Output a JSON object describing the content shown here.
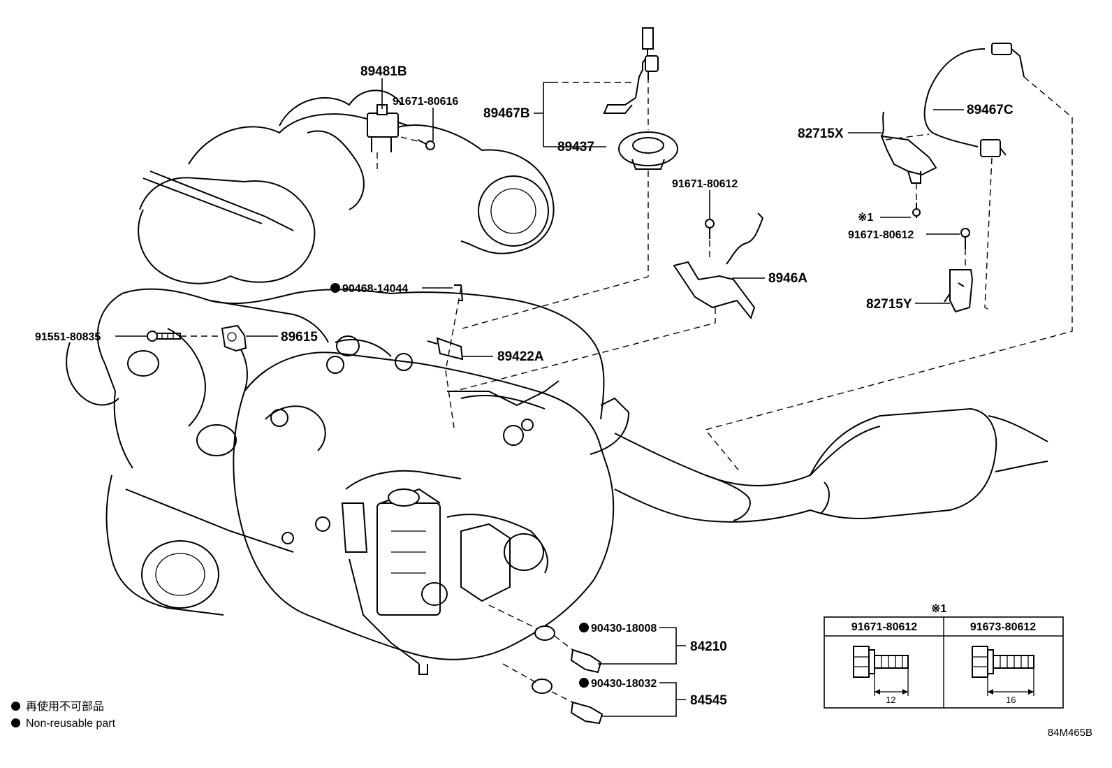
{
  "diagram_code": "84M465B",
  "note_mark": "※1",
  "legend": {
    "ja": "再使用不可部品",
    "en": "Non-reusable part"
  },
  "parts": {
    "p89481B": "89481B",
    "p91671_80616": "91671-80616",
    "p89467B": "89467B",
    "p89437": "89437",
    "p89467C": "89467C",
    "p82715X": "82715X",
    "p91671_80612_a": "91671-80612",
    "p91671_80612_b": "91671-80612",
    "p8946A": "8946A",
    "p82715Y": "82715Y",
    "p90468_14044": "90468-14044",
    "p91551_80835": "91551-80835",
    "p89615": "89615",
    "p89422A": "89422A",
    "p90430_18008": "90430-18008",
    "p84210": "84210",
    "p90430_18032": "90430-18032",
    "p84545": "84545"
  },
  "bolt_table": {
    "columns": [
      {
        "part": "91671-80612",
        "length": "12"
      },
      {
        "part": "91673-80612",
        "length": "16"
      }
    ]
  }
}
